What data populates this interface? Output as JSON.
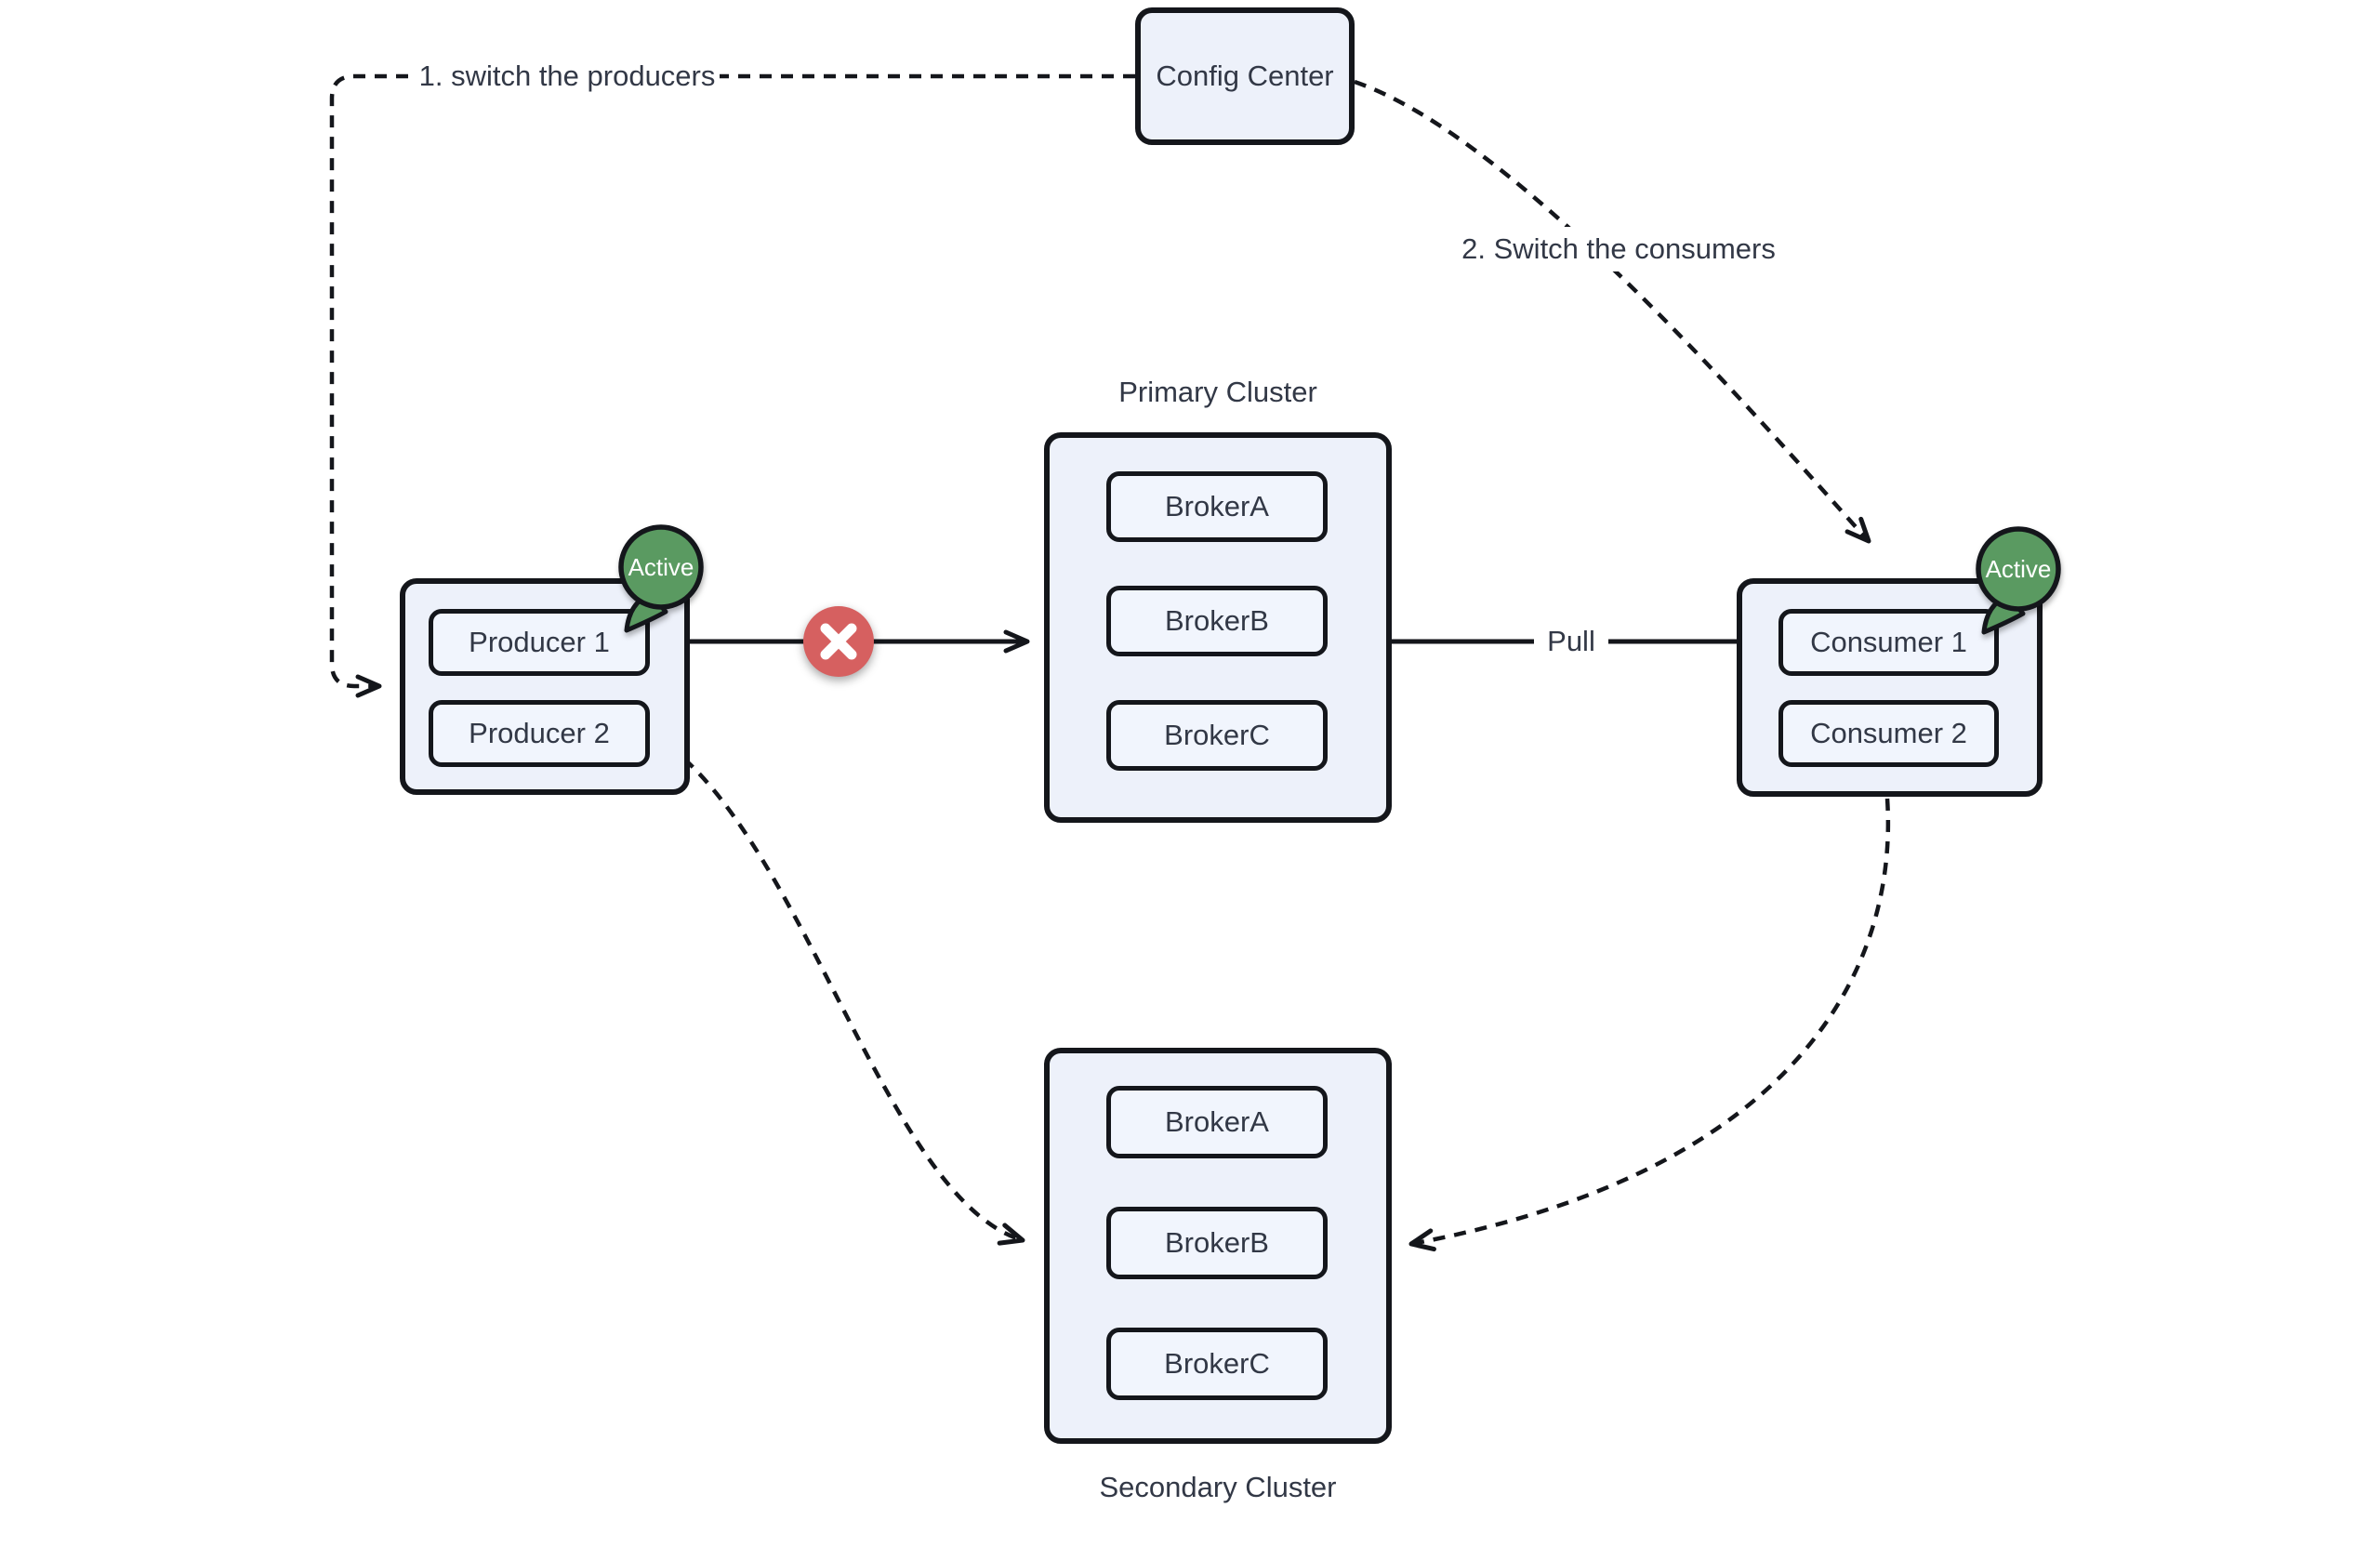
{
  "colors": {
    "node_fill": "#edf1fa",
    "subnode_fill": "#f1f5fd",
    "stroke": "#14161b",
    "text": "#323846",
    "active_green": "#5a9a61",
    "error_red": "#d66060"
  },
  "config_center": {
    "label": "Config Center"
  },
  "annotations": {
    "step1": "1. switch the producers",
    "step2": "2. Switch the consumers",
    "pull": "Pull"
  },
  "producers": {
    "badge": "Active",
    "items": [
      "Producer 1",
      "Producer 2"
    ]
  },
  "consumers": {
    "badge": "Active",
    "items": [
      "Consumer 1",
      "Consumer 2"
    ]
  },
  "primary_cluster": {
    "title": "Primary Cluster",
    "brokers": [
      "BrokerA",
      "BrokerB",
      "BrokerC"
    ]
  },
  "secondary_cluster": {
    "title": "Secondary Cluster",
    "brokers": [
      "BrokerA",
      "BrokerB",
      "BrokerC"
    ]
  }
}
